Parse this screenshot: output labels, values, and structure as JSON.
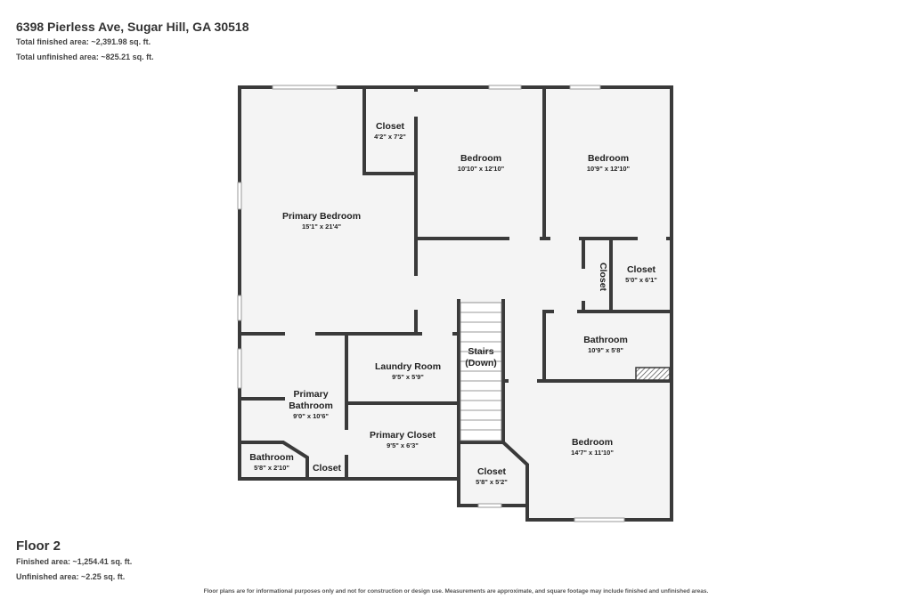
{
  "header": {
    "address": "6398 Pierless Ave, Sugar Hill, GA 30518",
    "total_finished": "Total finished area: ~2,391.98 sq. ft.",
    "total_unfinished": "Total unfinished area: ~825.21 sq. ft."
  },
  "floor": {
    "title": "Floor 2",
    "finished": "Finished area: ~1,254.41 sq. ft.",
    "unfinished": "Unfinished area: ~2.25 sq. ft."
  },
  "disclaimer": "Floor plans are for informational purposes only and not for construction or design use. Measurements are approximate, and square footage may include finished and unfinished areas.",
  "colors": {
    "wall": "#3a3a3a",
    "floor": "#f4f4f4",
    "text": "#222222"
  },
  "rooms": {
    "closet_top": {
      "name": "Closet",
      "dims": "4'2\" x 7'2\""
    },
    "bedroom_1": {
      "name": "Bedroom",
      "dims": "10'10\" x 12'10\""
    },
    "bedroom_2": {
      "name": "Bedroom",
      "dims": "10'9\" x 12'10\""
    },
    "primary_bedroom": {
      "name": "Primary Bedroom",
      "dims": "15'1\" x 21'4\""
    },
    "closet_vertical": {
      "name": "Closet"
    },
    "closet_right": {
      "name": "Closet",
      "dims": "5'0\" x 6'1\""
    },
    "bathroom_right": {
      "name": "Bathroom",
      "dims": "10'9\" x 5'8\""
    },
    "stairs": {
      "line1": "Stairs",
      "line2": "(Down)"
    },
    "laundry": {
      "name": "Laundry Room",
      "dims": "9'5\" x 5'9\""
    },
    "primary_bathroom": {
      "line1": "Primary",
      "line2": "Bathroom",
      "dims": "9'0\" x 10'6\""
    },
    "primary_closet": {
      "name": "Primary Closet",
      "dims": "9'5\" x 6'3\""
    },
    "bedroom_3": {
      "name": "Bedroom",
      "dims": "14'7\" x 11'10\""
    },
    "closet_bottom": {
      "name": "Closet",
      "dims": "5'8\" x 5'2\""
    },
    "bathroom_small": {
      "name": "Bathroom",
      "dims": "5'8\" x 2'10\""
    },
    "closet_small": {
      "name": "Closet"
    }
  }
}
